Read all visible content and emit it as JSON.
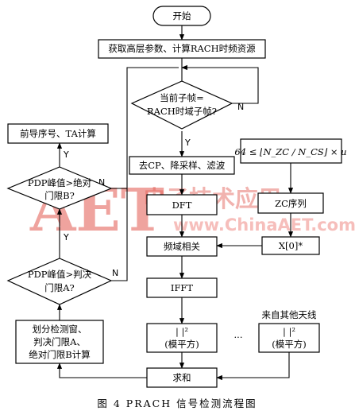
{
  "diagram": {
    "nodes": {
      "start": "开始",
      "get_params": "获取高层参数、计算RACH时频资源",
      "decision_subframe": [
        "当前子帧=",
        "RACH时域子帧?"
      ],
      "preprocess": "去CP、降采样、滤波",
      "dft": "DFT",
      "zc_condition": "64 ≤ ⌊N_ZC / N_CS⌋ × u",
      "zc_sequence": "ZC序列",
      "x0_conj": "X[0]*",
      "freq_corr": "频域相关",
      "ifft": "IFFT",
      "mod_square": [
        "| |²",
        "(模平方)"
      ],
      "ellipsis": "···",
      "other_antenna_label": "来自其他天线",
      "other_mod_square": [
        "| |²",
        "(模平方)"
      ],
      "sum": "求和",
      "window_calc": [
        "划分检测窗、",
        "判决门限A、",
        "绝对门限B计算"
      ],
      "decision_threshold_a": [
        "PDP峰值>判决",
        "门限A?"
      ],
      "decision_threshold_b": [
        "PDP峰值>绝对",
        "门限B?"
      ],
      "output": "前导序号、TA计算"
    },
    "edge_labels": {
      "yes": "Y",
      "no": "N"
    }
  },
  "watermark": {
    "logo": "AET",
    "cn_text": "电子技术应用",
    "url": "www.ChinaAET.com"
  },
  "caption": "图 4   PRACH 信号检测流程图",
  "colors": {
    "line": "#000000",
    "watermark": "#e25850"
  }
}
